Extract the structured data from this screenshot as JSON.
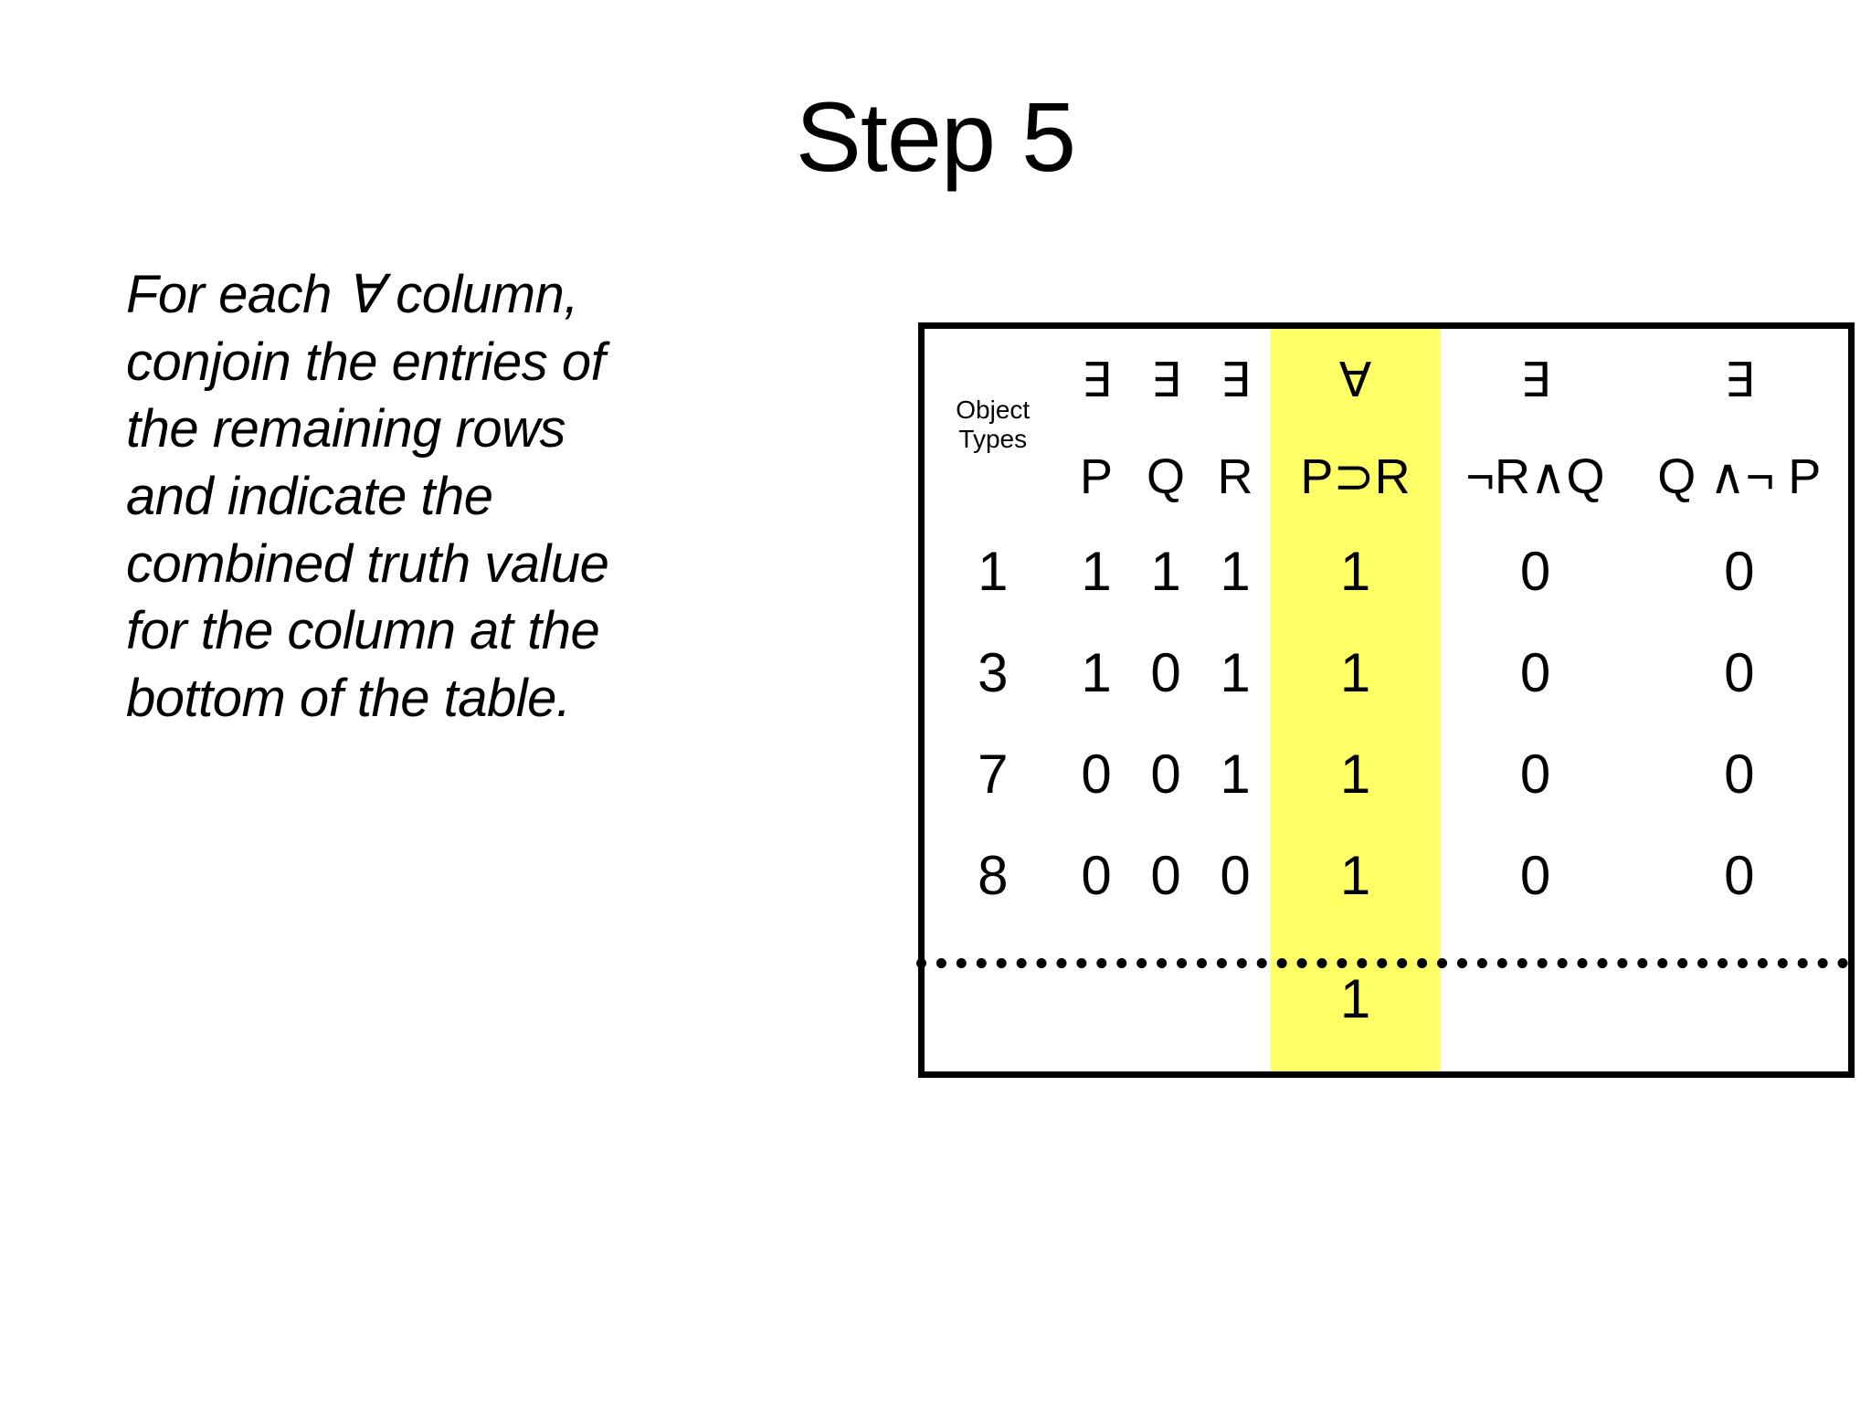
{
  "slide": {
    "title": "Step 5",
    "body_text_lines": [
      "For each ∀ column,",
      "conjoin the entries of",
      "the remaining rows",
      "and indicate the",
      "combined truth value",
      "for the column at the",
      "bottom of the table."
    ],
    "body_text": "For each ∀ column, conjoin the entries of the remaining rows and indicate the combined truth value for the column at the bottom of the table."
  },
  "colors": {
    "highlight": "#FFFF66",
    "border": "#000000",
    "background": "#FFFFFF",
    "text": "#000000"
  },
  "table": {
    "row_label_header": "Object Types",
    "row_label_header_line1": "Object",
    "row_label_header_line2": "Types",
    "columns": [
      {
        "id": "P",
        "quantifier": "∃",
        "formula": "P",
        "highlighted": false
      },
      {
        "id": "Q",
        "quantifier": "∃",
        "formula": "Q",
        "highlighted": false
      },
      {
        "id": "R",
        "quantifier": "∃",
        "formula": "R",
        "highlighted": false
      },
      {
        "id": "PR",
        "quantifier": "∀",
        "formula": "P⊃R",
        "highlighted": true
      },
      {
        "id": "RQ",
        "quantifier": "∃",
        "formula": "¬R∧Q",
        "highlighted": false
      },
      {
        "id": "QP",
        "quantifier": "∃",
        "formula": "Q ∧¬ P",
        "highlighted": false
      }
    ],
    "rows": [
      {
        "object_type": "1",
        "values": [
          "1",
          "1",
          "1",
          "1",
          "0",
          "0"
        ]
      },
      {
        "object_type": "3",
        "values": [
          "1",
          "0",
          "1",
          "1",
          "0",
          "0"
        ]
      },
      {
        "object_type": "7",
        "values": [
          "0",
          "0",
          "1",
          "1",
          "0",
          "0"
        ]
      },
      {
        "object_type": "8",
        "values": [
          "0",
          "0",
          "0",
          "1",
          "0",
          "0"
        ]
      }
    ],
    "summary_row": {
      "object_type": "",
      "values": [
        "",
        "",
        "",
        "1",
        "",
        ""
      ]
    }
  }
}
